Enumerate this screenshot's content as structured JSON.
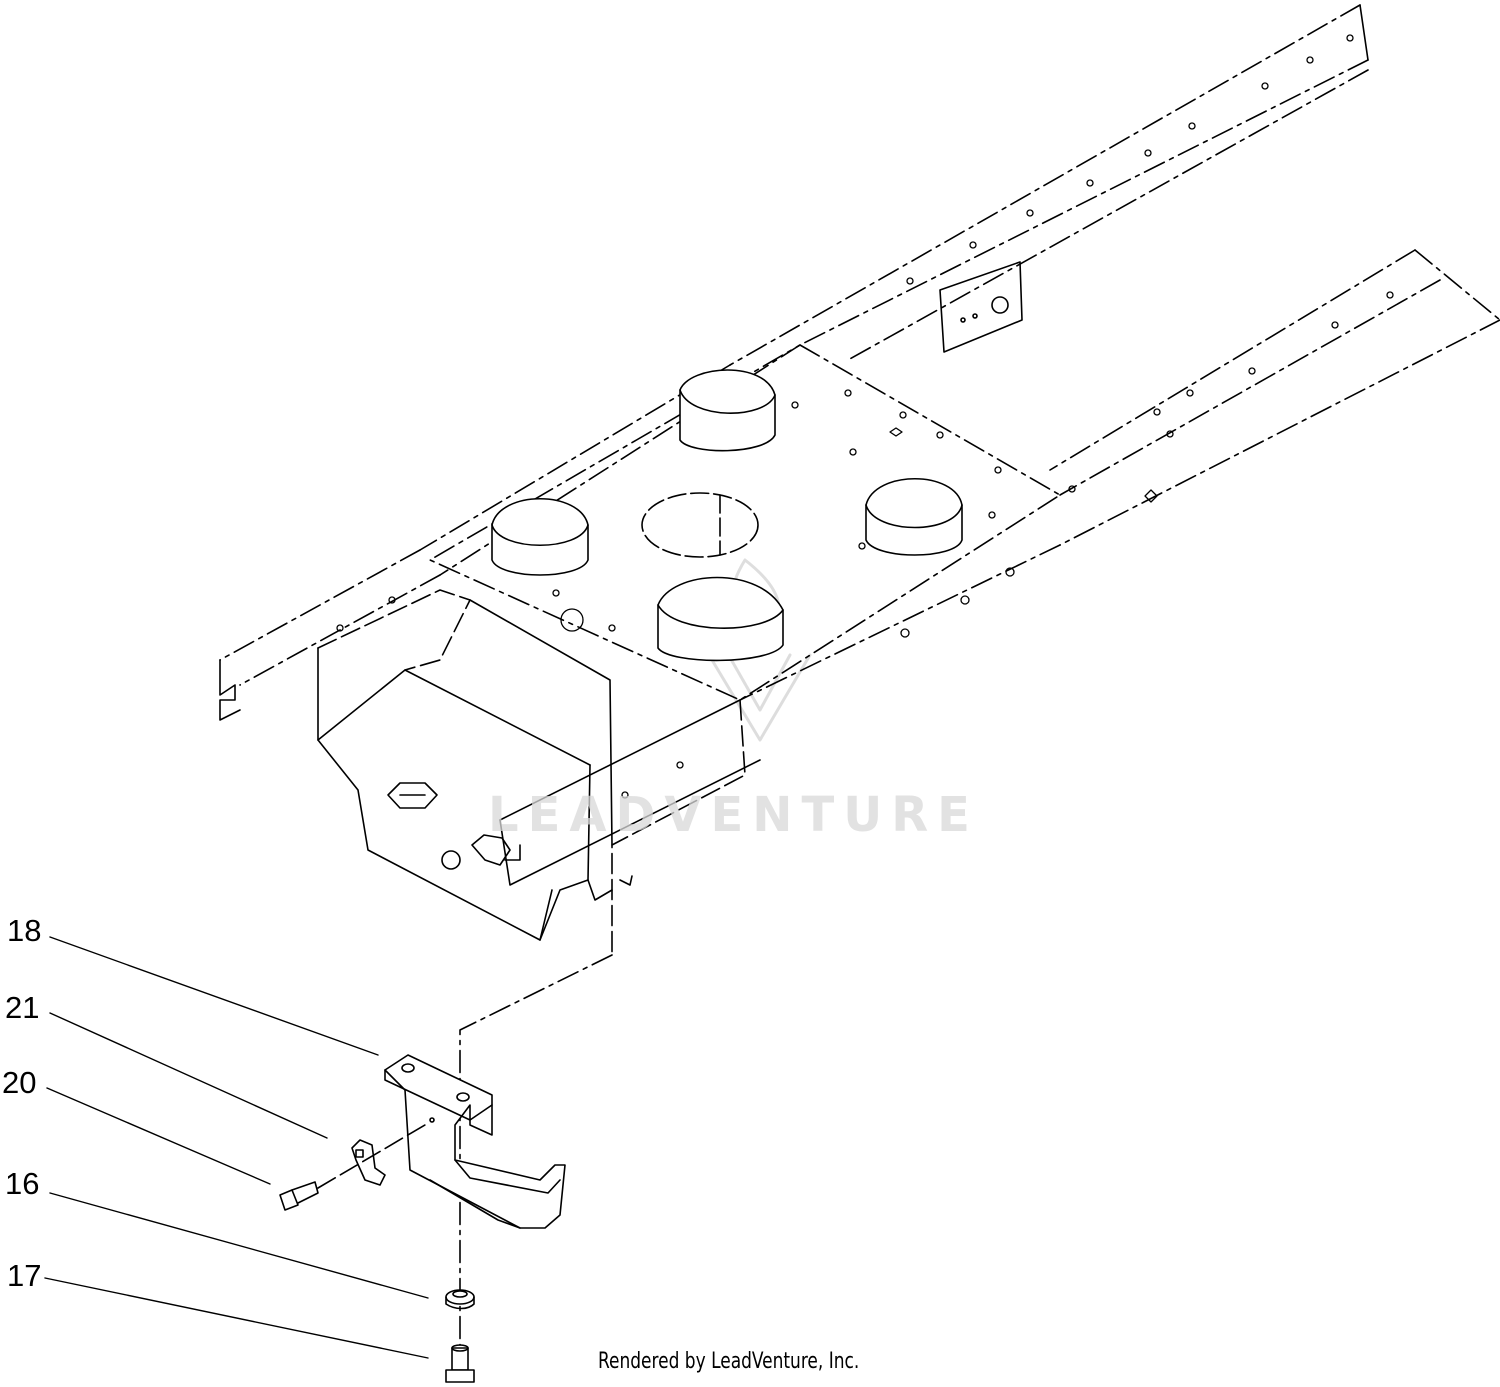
{
  "diagram": {
    "callouts": [
      {
        "label": "18",
        "part": "bracket"
      },
      {
        "label": "21",
        "part": "clamp"
      },
      {
        "label": "20",
        "part": "bolt"
      },
      {
        "label": "16",
        "part": "washer"
      },
      {
        "label": "17",
        "part": "bolt"
      }
    ],
    "watermark_text": "LEADVENTURE",
    "credit_text": "Rendered by LeadVenture, Inc."
  }
}
